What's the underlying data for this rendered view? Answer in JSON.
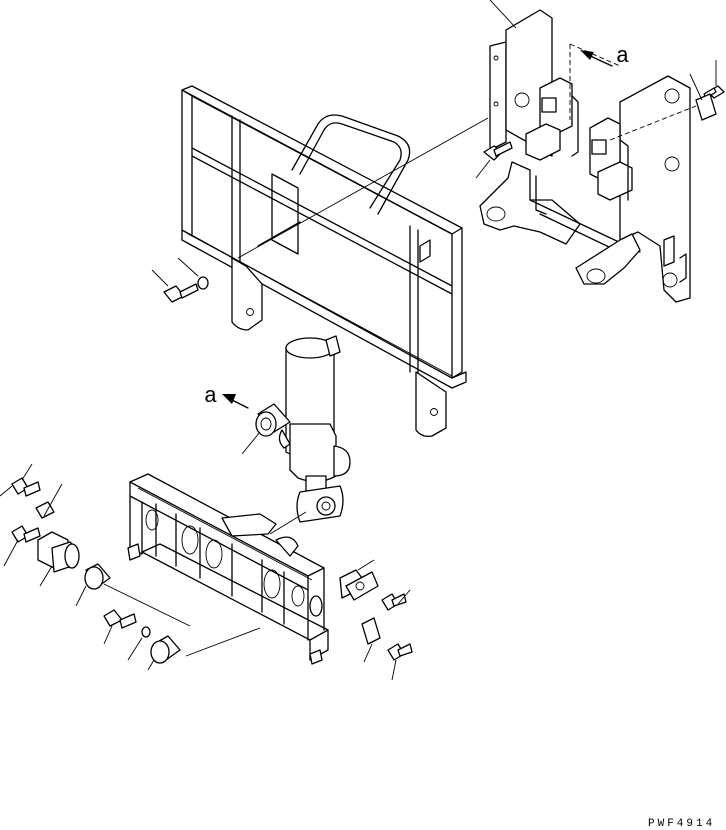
{
  "drawing": {
    "view_labels": {
      "upper": "a",
      "lower": "a"
    },
    "figure_code": "PWF4914"
  }
}
